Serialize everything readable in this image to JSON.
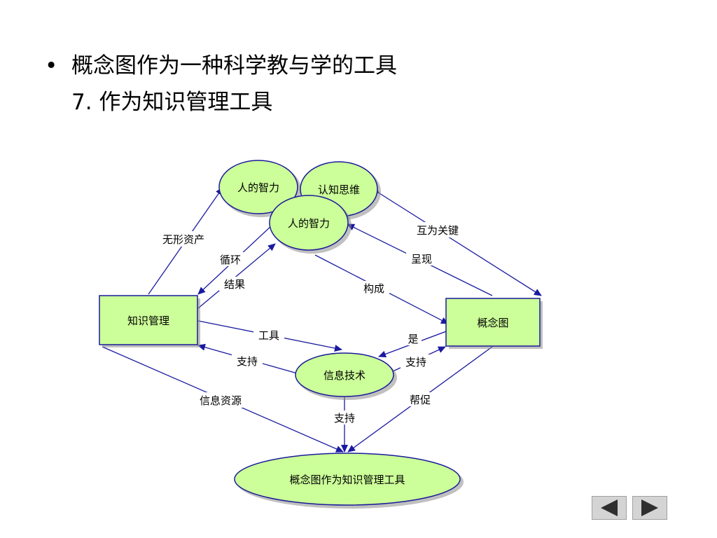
{
  "heading": {
    "bullet": "•",
    "line1": "概念图作为一种科学教与学的工具",
    "line2": "7. 作为知识管理工具"
  },
  "colors": {
    "node_fill": "#ccff99",
    "node_stroke": "#1a1a99",
    "node_shadow": "#8c8c8c",
    "edge": "#1a1aa0",
    "nav_bg": "#d4d4d4"
  },
  "nodes": {
    "zhili_top": "人的智力",
    "renzhi": "认知思维",
    "zhili_mid": "人的智力",
    "zhishi": "知识管理",
    "gainiantu": "概念图",
    "xinxi": "信息技术",
    "goal": "概念图作为知识管理工具"
  },
  "edges": {
    "wuxing": "无形资产",
    "xunhuan": "循环",
    "jieguo": "结果",
    "huwei": "互为关键",
    "chengxian": "呈现",
    "goucheng": "构成",
    "gongju": "工具",
    "shi": "是",
    "zhichi_left": "支持",
    "zhichi_right": "支持",
    "xinxiziyuan": "信息资源",
    "zhichi_down": "支持",
    "bangcu": "帮促"
  },
  "nav": {
    "prev_icon": "triangle-left-icon",
    "next_icon": "triangle-right-icon"
  }
}
